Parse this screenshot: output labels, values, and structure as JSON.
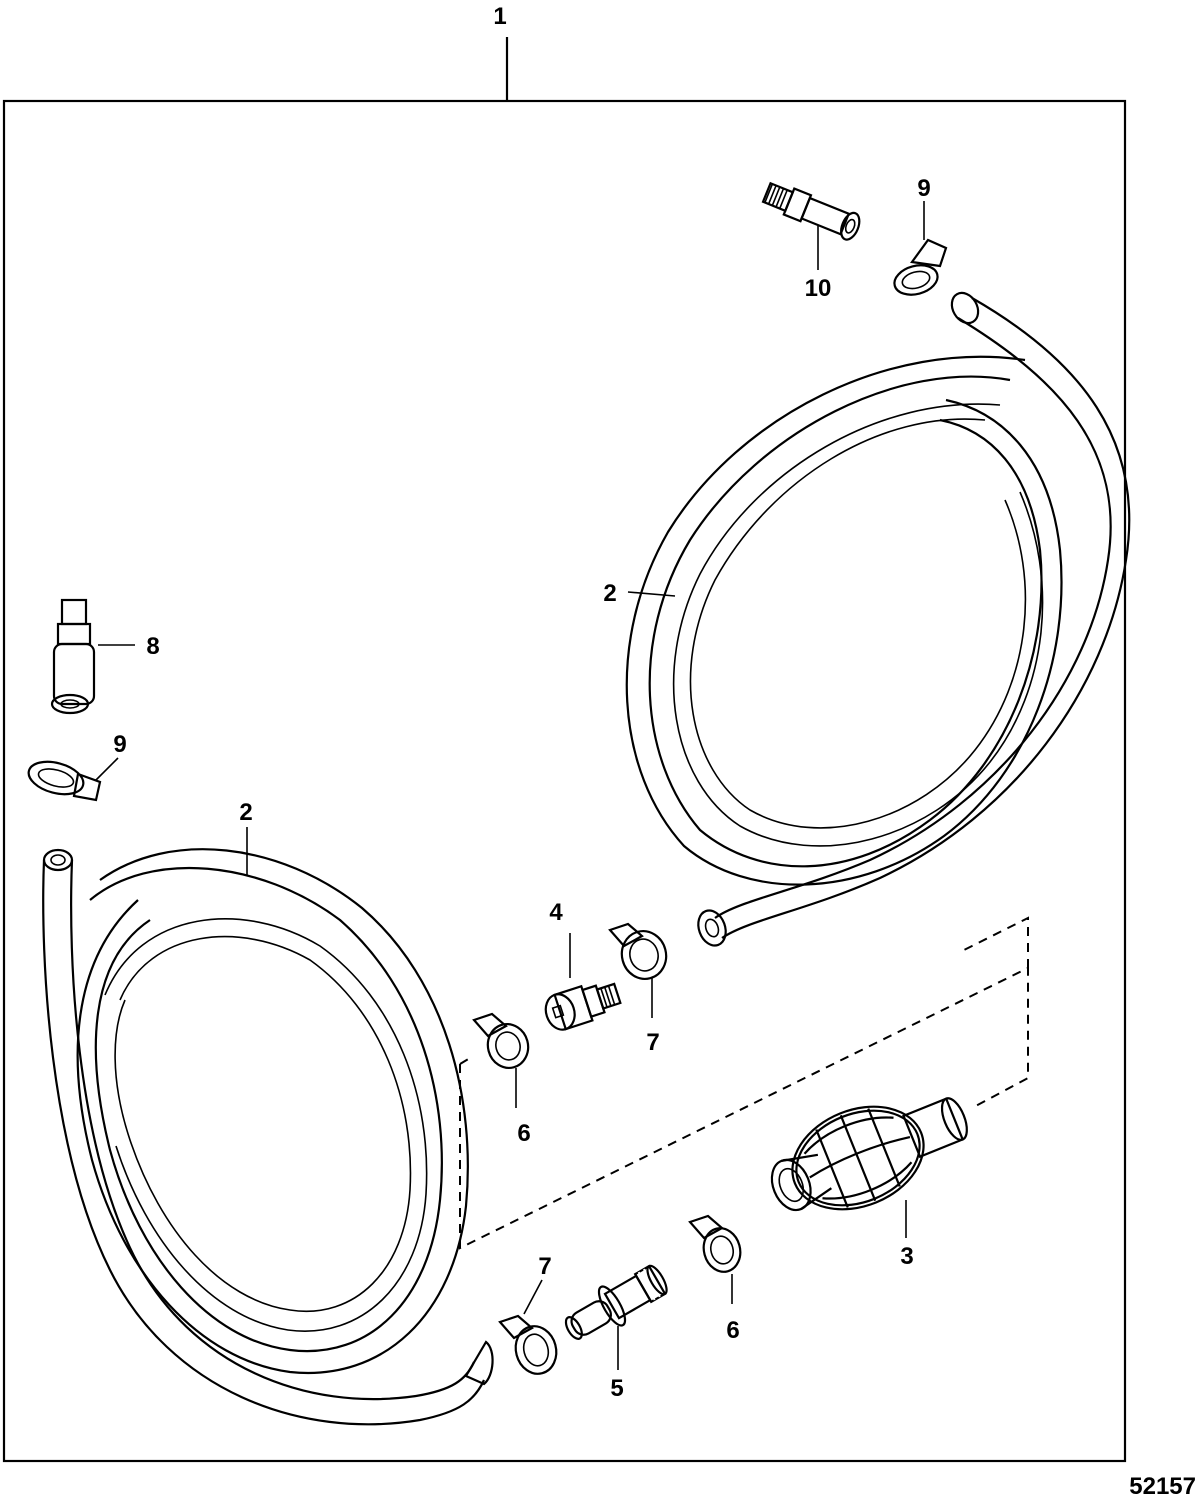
{
  "diagram": {
    "figure_number": "52157",
    "callouts": {
      "kit": "1",
      "hose_upper": "2",
      "hose_lower": "2",
      "primer_bulb": "3",
      "outlet_fitting": "4",
      "inlet_fitting": "5",
      "clamp_6_upper": "6",
      "clamp_6_lower": "6",
      "clamp_7_upper": "7",
      "clamp_7_lower": "7",
      "fitting_8": "8",
      "clamp_9_left": "9",
      "clamp_9_right": "9",
      "fitting_10": "10"
    }
  }
}
